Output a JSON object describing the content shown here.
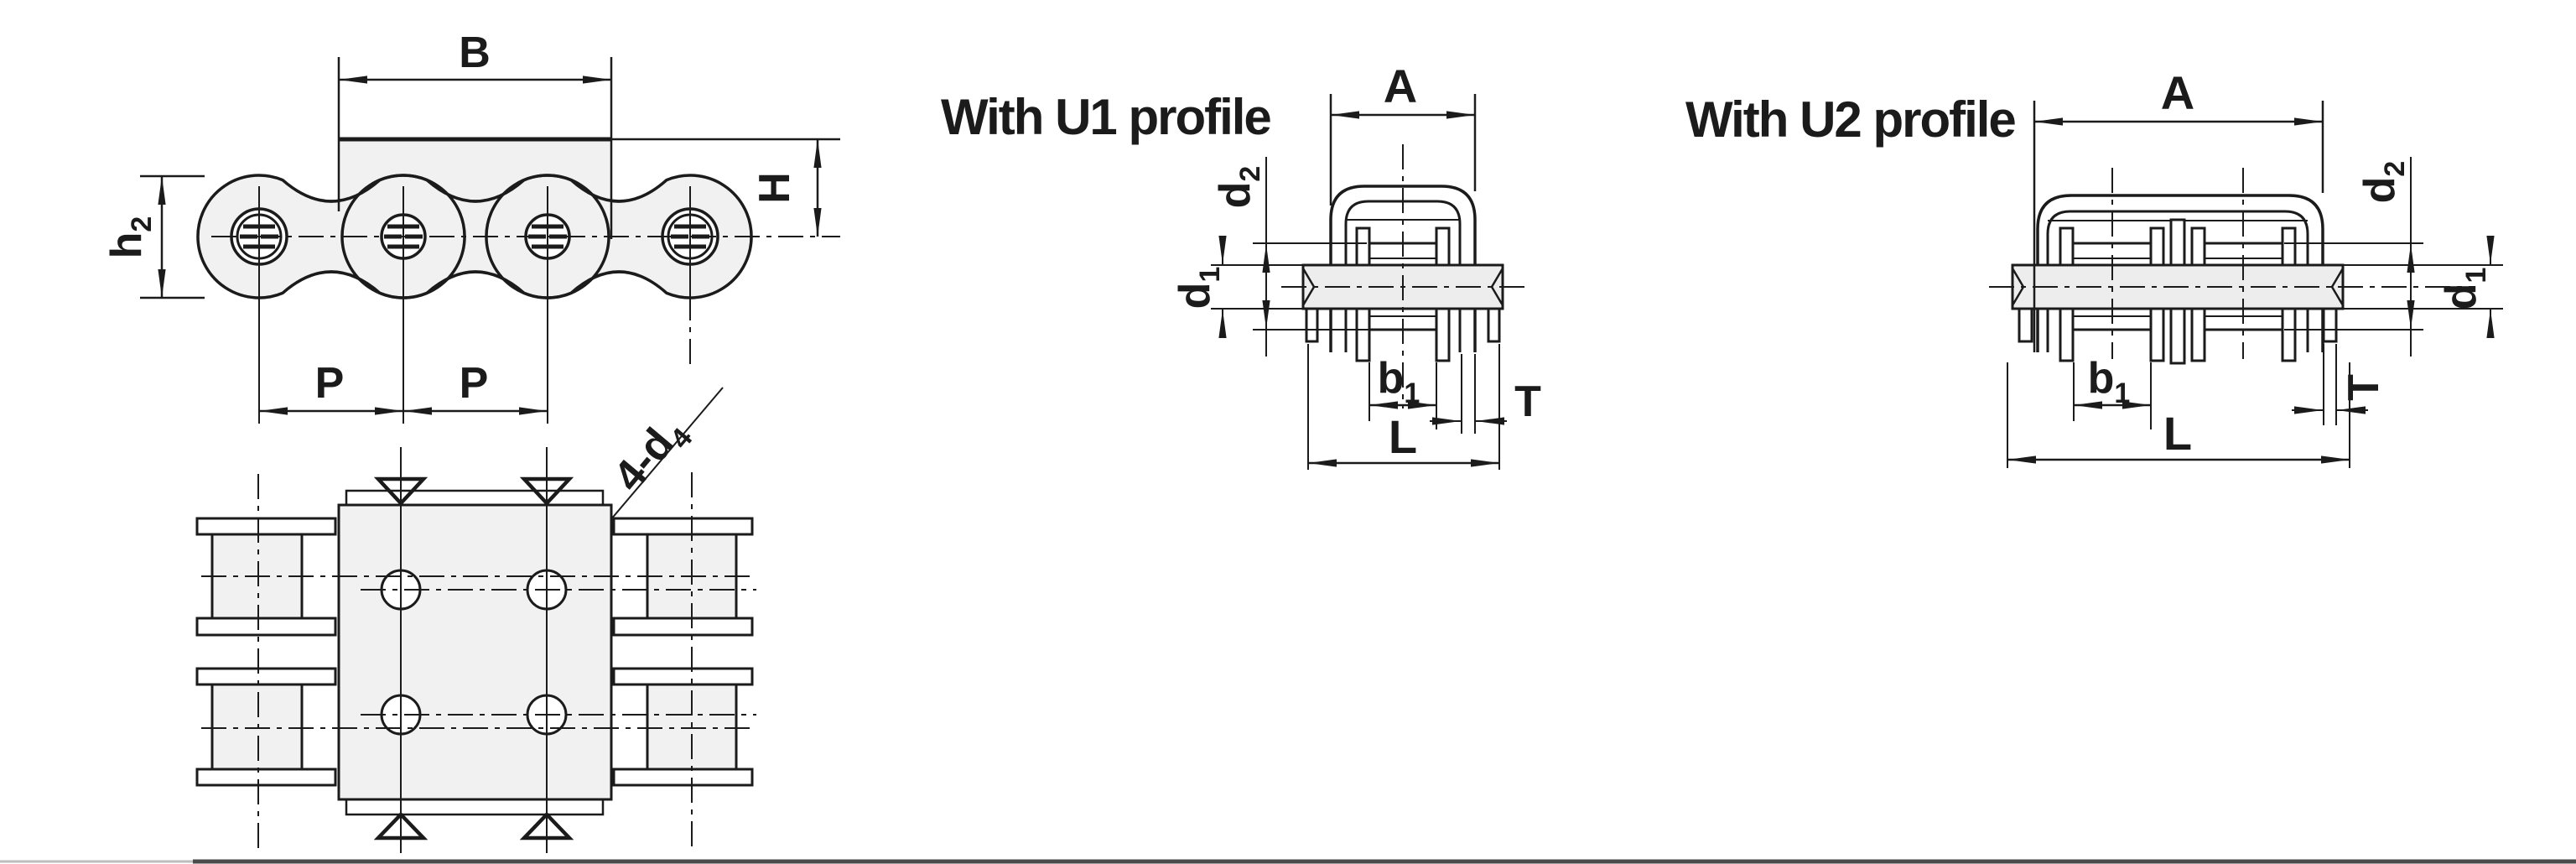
{
  "colors": {
    "line": "#1b1b1b",
    "light_fill": "#f1f1f1",
    "pin_fill": "#ededed",
    "background": "#ffffff",
    "bottom_border": "#4a4a4a"
  },
  "side_view": {
    "dim_width_label": "B",
    "dim_height_label": "H",
    "dim_plate_height_main": "h",
    "dim_plate_height_sub": "2",
    "dim_pitch1_label": "P",
    "dim_pitch2_label": "P",
    "holes_note_main": "4-d",
    "holes_note_sub": "4"
  },
  "u1_view": {
    "title": "With U1 profile",
    "dim_A": "A",
    "dim_d2_main": "d",
    "dim_d2_sub": "2",
    "dim_d1_main": "d",
    "dim_d1_sub": "1",
    "dim_b1_main": "b",
    "dim_b1_sub": "1",
    "dim_T": "T",
    "dim_L": "L"
  },
  "u2_view": {
    "title": "With U2 profile",
    "dim_A": "A",
    "dim_d2_main": "d",
    "dim_d2_sub": "2",
    "dim_d1_main": "d",
    "dim_d1_sub": "1",
    "dim_b1_main": "b",
    "dim_b1_sub": "1",
    "dim_T": "T",
    "dim_L": "L"
  }
}
